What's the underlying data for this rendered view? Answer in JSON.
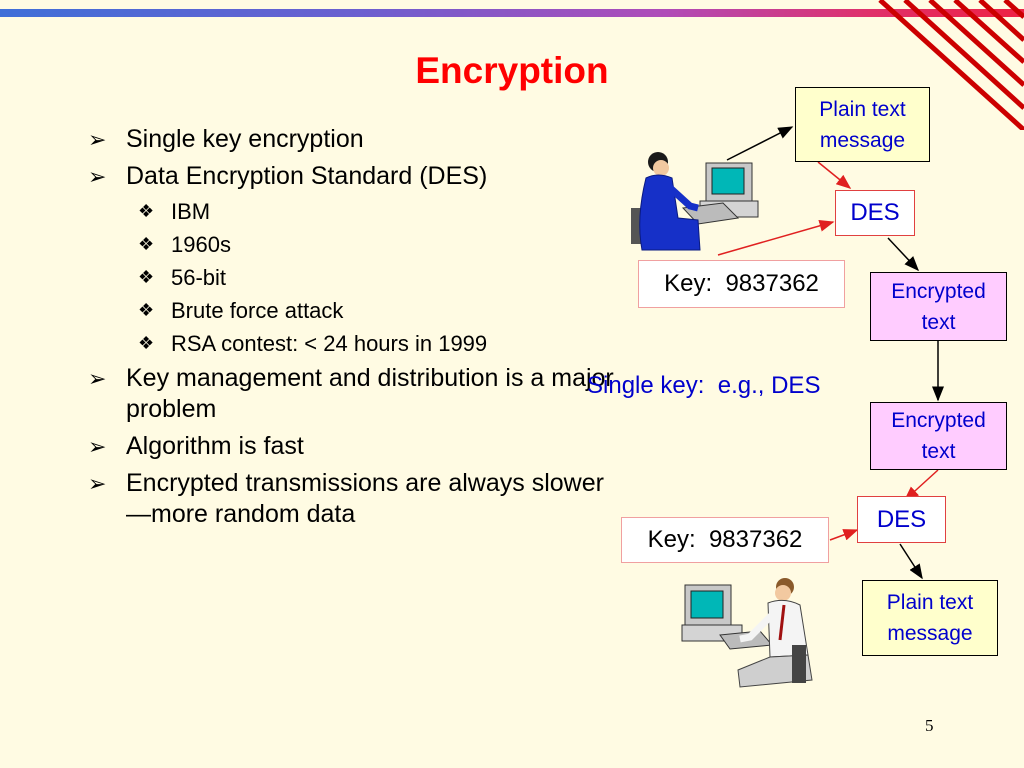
{
  "slide": {
    "title": "Encryption",
    "page_number": "5"
  },
  "bullets": [
    {
      "level": 1,
      "text": "Single key encryption"
    },
    {
      "level": 1,
      "text": "Data Encryption Standard (DES)"
    },
    {
      "level": 2,
      "text": "IBM"
    },
    {
      "level": 2,
      "text": "1960s"
    },
    {
      "level": 2,
      "text": "56-bit"
    },
    {
      "level": 2,
      "text": "Brute force attack"
    },
    {
      "level": 2,
      "text": "RSA contest: < 24 hours in 1999"
    },
    {
      "level": 1,
      "text": "Key management and distribution is a major problem"
    },
    {
      "level": 1,
      "text": "Algorithm is fast"
    },
    {
      "level": 1,
      "text": "Encrypted transmissions are always slower—more random data"
    }
  ],
  "markers": {
    "level1": "➢",
    "level2": "❖"
  },
  "diagram": {
    "sender_plain": [
      "Plain text",
      "message"
    ],
    "des_top": "DES",
    "key_top": "Key:  9837362",
    "encrypted_top": [
      "Encrypted",
      "text"
    ],
    "caption": "Single key:  e.g., DES",
    "encrypted_bottom": [
      "Encrypted",
      "text"
    ],
    "des_bottom": "DES",
    "key_bottom": "Key:  9837362",
    "receiver_plain": [
      "Plain text",
      "message"
    ]
  },
  "icons": [
    "woman-at-computer-icon",
    "man-at-computer-icon"
  ],
  "colors": {
    "background": "#FFFBE3",
    "title": "#FF0000",
    "diagram_text": "#0000CC",
    "plain_box_fill": "#FFFFCC",
    "encrypted_box_fill": "#FFCCFF",
    "red_arrow": "#E02020"
  }
}
